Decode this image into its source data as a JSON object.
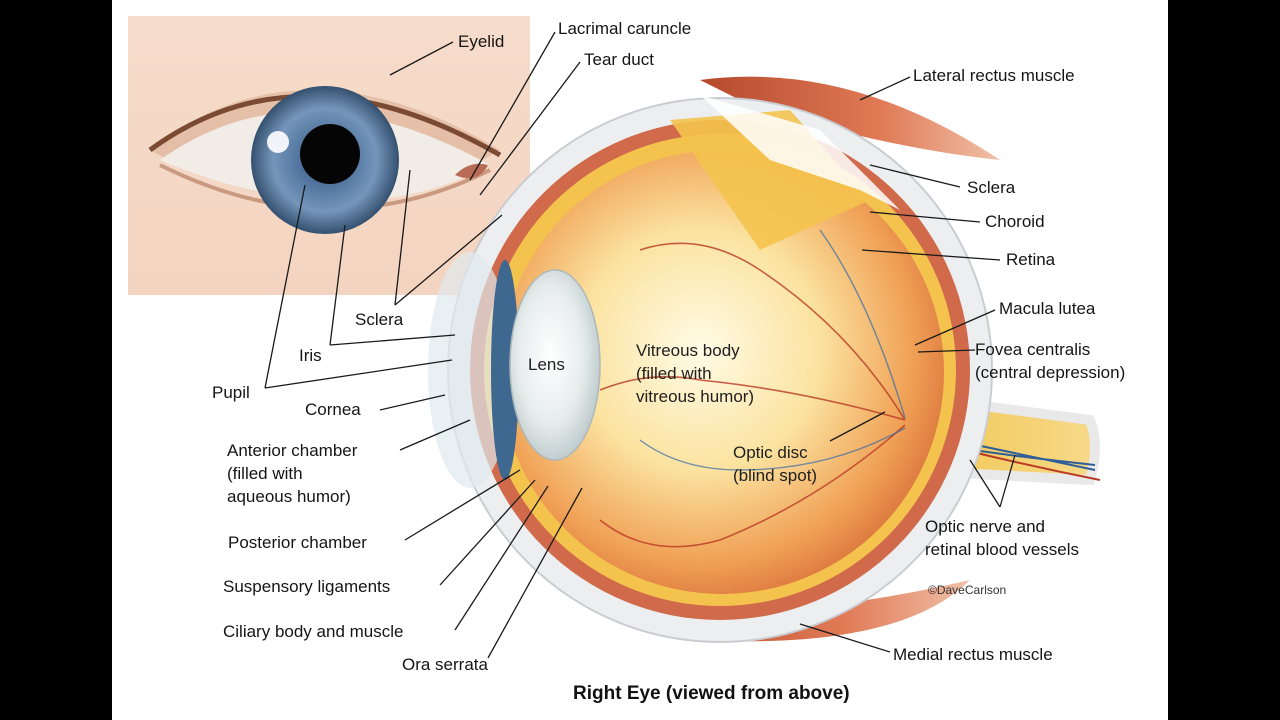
{
  "title": "Right Eye (viewed from above)",
  "credit": "©DaveCarlson",
  "labels": {
    "eyelid": "Eyelid",
    "lacrimal_caruncle": "Lacrimal caruncle",
    "tear_duct": "Tear duct",
    "lateral_rectus": "Lateral rectus muscle",
    "sclera_right": "Sclera",
    "choroid": "Choroid",
    "retina": "Retina",
    "macula_lutea": "Macula lutea",
    "fovea_1": "Fovea centralis",
    "fovea_2": "(central depression)",
    "sclera_left": "Sclera",
    "iris": "Iris",
    "pupil": "Pupil",
    "cornea": "Cornea",
    "lens": "Lens",
    "vitreous_1": "Vitreous body",
    "vitreous_2": "(filled with",
    "vitreous_3": "vitreous humor)",
    "anterior_1": "Anterior chamber",
    "anterior_2": "(filled with",
    "anterior_3": "aqueous humor)",
    "optic_disc_1": "Optic disc",
    "optic_disc_2": "(blind spot)",
    "optic_nerve_1": "Optic nerve and",
    "optic_nerve_2": "retinal blood vessels",
    "posterior_chamber": "Posterior chamber",
    "suspensory": "Suspensory ligaments",
    "ciliary": "Ciliary body and muscle",
    "ora_serrata": "Ora serrata",
    "medial_rectus": "Medial rectus muscle"
  }
}
